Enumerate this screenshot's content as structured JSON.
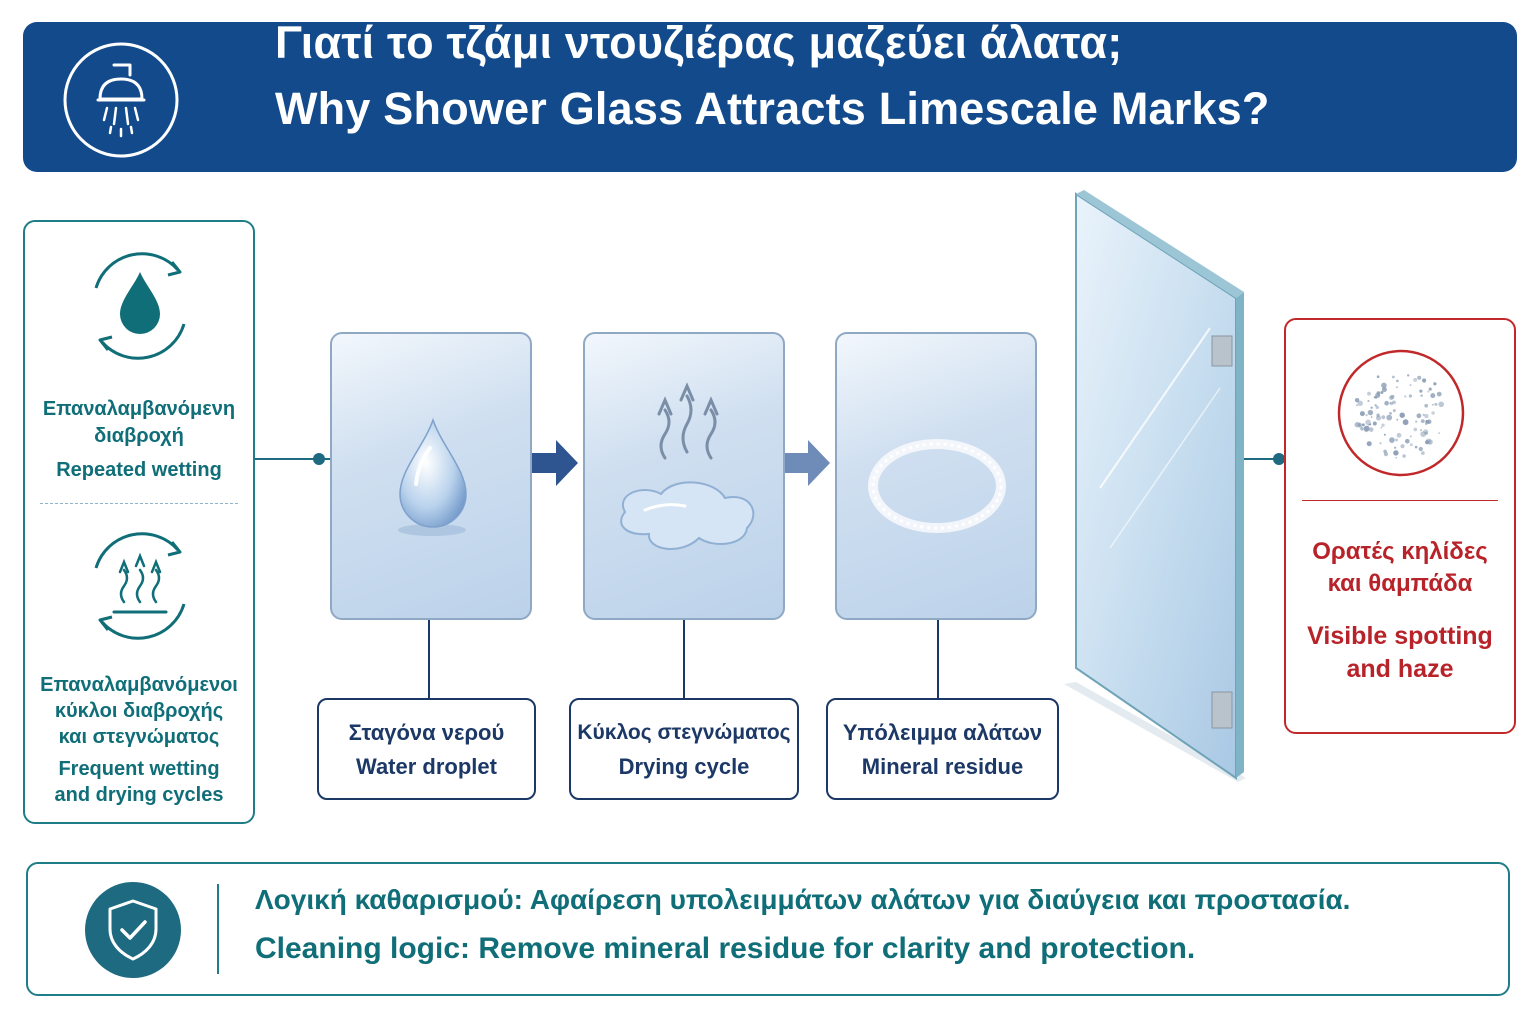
{
  "header": {
    "title_gr": "Γιατί το τζάμι ντουζιέρας μαζεύει άλατα;",
    "title_en": "Why Shower Glass Attracts Limescale Marks?",
    "icon": "shower-head-icon"
  },
  "left_panel": {
    "top": {
      "icon": "water-drop-cycle-icon",
      "label_gr_1": "Επαναλαμβανόμενη",
      "label_gr_2": "διαβροχή",
      "label_en": "Repeated wetting"
    },
    "bottom": {
      "icon": "heat-cycle-icon",
      "label_gr_1": "Επαναλαμβανόμενοι",
      "label_gr_2": "κύκλοι διαβροχής",
      "label_gr_3": "και στεγνώματος",
      "label_en_1": "Frequent wetting",
      "label_en_2": "and drying cycles"
    }
  },
  "steps": [
    {
      "label_gr": "Σταγόνα νερού",
      "label_en": "Water droplet",
      "icon": "water-droplet-icon"
    },
    {
      "label_gr": "Κύκλος στεγνώματος",
      "label_en": "Drying cycle",
      "icon": "evaporation-icon"
    },
    {
      "label_gr": "Υπόλειμμα αλάτων",
      "label_en": "Mineral residue",
      "icon": "mineral-ring-icon"
    }
  ],
  "result": {
    "icon": "limescale-spots-icon",
    "label_gr_1": "Ορατές κηλίδες",
    "label_gr_2": "και θαμπάδα",
    "label_en_1": "Visible spotting",
    "label_en_2": "and haze"
  },
  "footer": {
    "icon": "shield-check-icon",
    "text_gr": "Λογική καθαρισμού: Αφαίρεση υπολειμμάτων αλάτων για διαύγεια και προστασία.",
    "text_en": "Cleaning logic: Remove mineral residue for clarity and protection."
  },
  "colors": {
    "header_bg": "#124a8c",
    "teal": "#0f6e78",
    "navy": "#1c3866",
    "red": "#b8232a"
  }
}
